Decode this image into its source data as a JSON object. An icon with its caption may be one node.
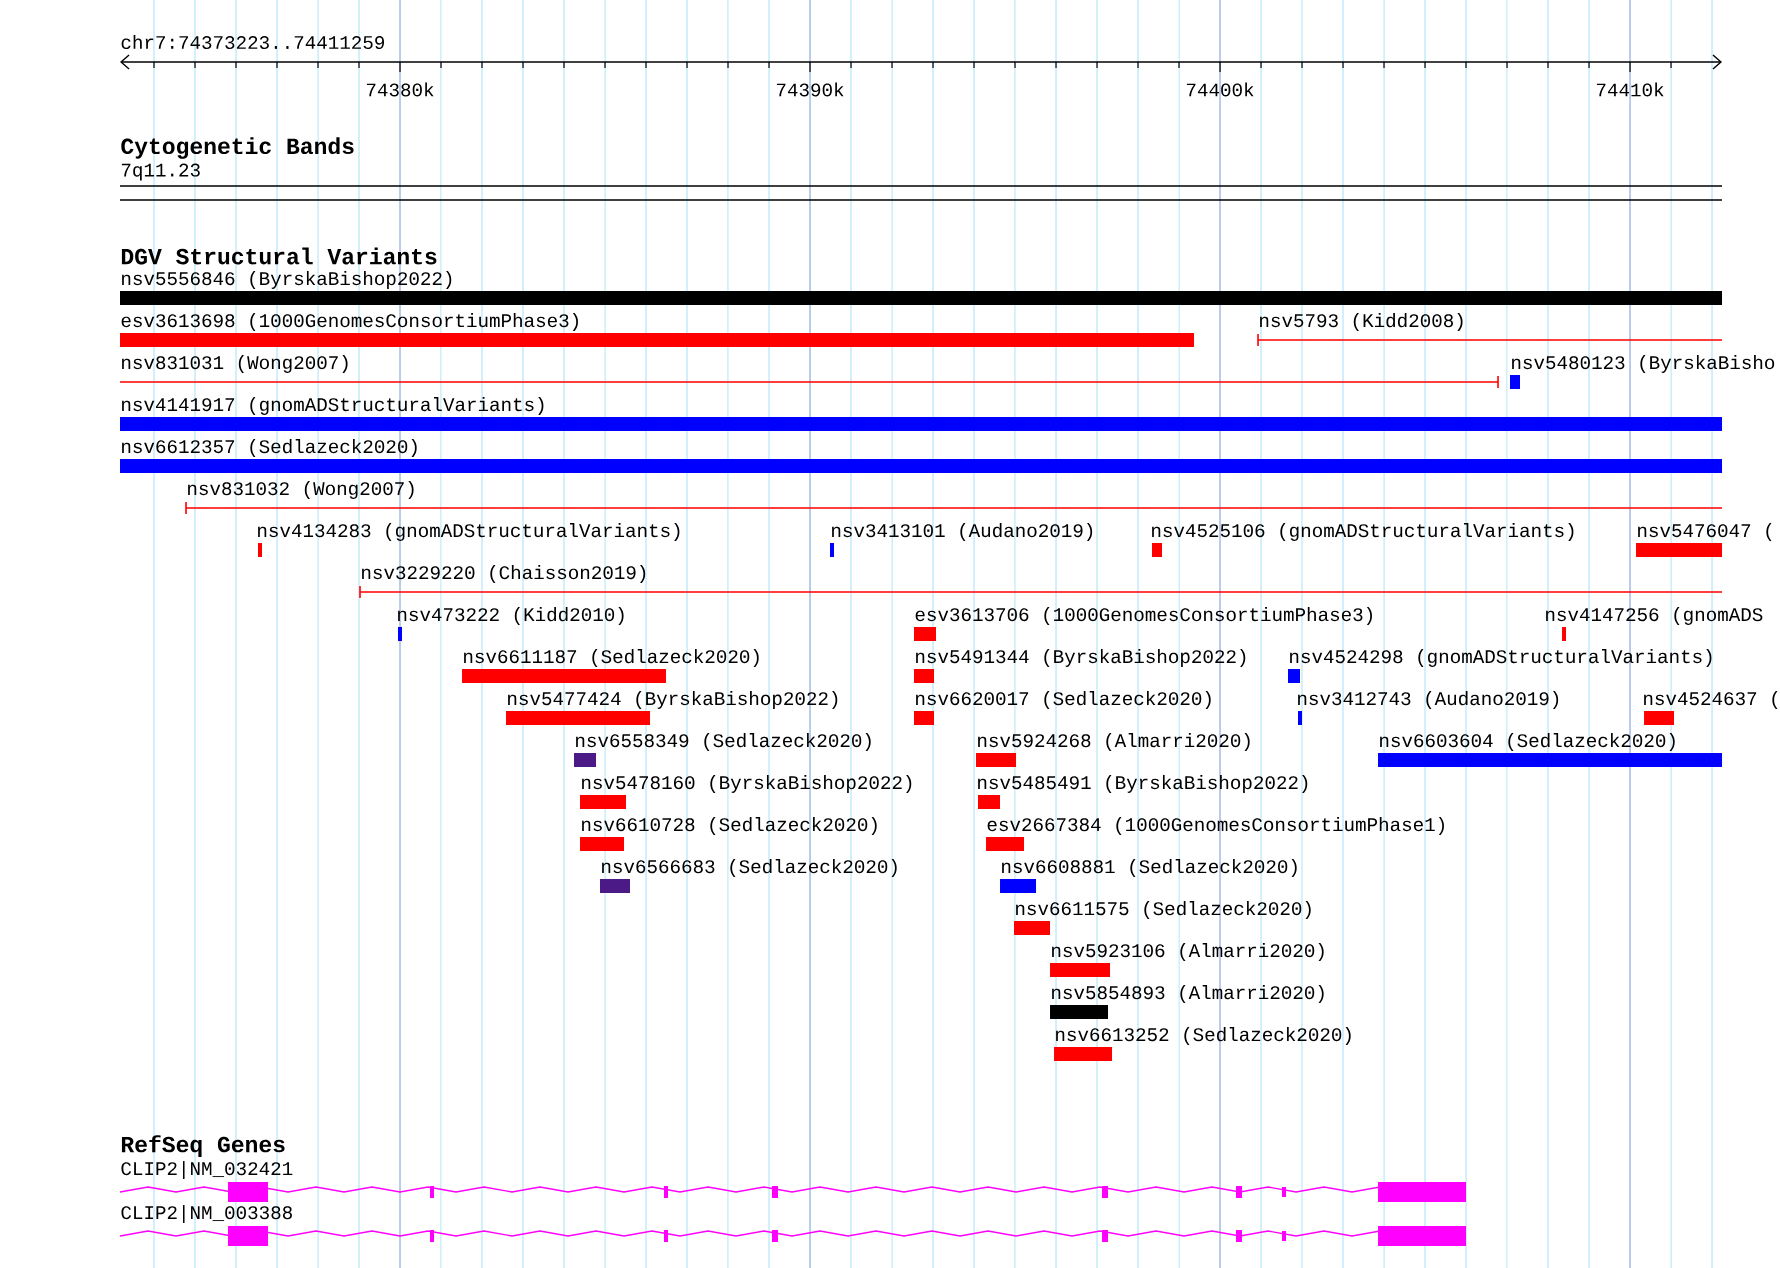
{
  "diagram": {
    "nodes": [
      {
        "text": [
          "7q11.23"
        ]
      },
      {
        "text": [
          "nsv5556846 (ByrskaBishop2022)"
        ]
      },
      {
        "text": [
          "esv3613698 (1000GenomesConsortiumPhase3)"
        ]
      },
      {
        "text": [
          "nsv5793 (Kidd2008)"
        ]
      },
      {
        "text": [
          "nsv831031 (Wong2007)"
        ]
      },
      {
        "text": [
          "nsv5480123 (ByrskaBisho"
        ]
      },
      {
        "text": [
          "nsv4141917 (gnomADStructuralVariants)"
        ]
      },
      {
        "text": [
          "nsv6612357 (Sedlazeck2020)"
        ]
      },
      {
        "text": [
          "nsv831032 (Wong2007)"
        ]
      },
      {
        "text": [
          "nsv4134283 (gnomADStructuralVariants)"
        ]
      },
      {
        "text": [
          "nsv3413101 (Audano2019)"
        ]
      },
      {
        "text": [
          "nsv4525106 (gnomADStructuralVariants)"
        ]
      },
      {
        "text": [
          "nsv5476047 ("
        ]
      },
      {
        "text": [
          "nsv3229220 (Chaisson2019)"
        ]
      },
      {
        "text": [
          "nsv473222 (Kidd2010)"
        ]
      },
      {
        "text": [
          "esv3613706 (1000GenomesConsortiumPhase3)"
        ]
      },
      {
        "text": [
          "nsv4147256 (gnomADS"
        ]
      },
      {
        "text": [
          "nsv6611187 (Sedlazeck2020)"
        ]
      },
      {
        "text": [
          "nsv5491344 (ByrskaBishop2022)"
        ]
      },
      {
        "text": [
          "nsv4524298 (gnomADStructuralVariants)"
        ]
      },
      {
        "text": [
          "nsv5477424 (ByrskaBishop2022)"
        ]
      },
      {
        "text": [
          "nsv6620017 (Sedlazeck2020)"
        ]
      },
      {
        "text": [
          "nsv3412743 (Audano2019)"
        ]
      },
      {
        "text": [
          "nsv4524637 ("
        ]
      },
      {
        "text": [
          "nsv6558349 (Sedlazeck2020)"
        ]
      },
      {
        "text": [
          "nsv5924268 (Almarri2020)"
        ]
      },
      {
        "text": [
          "nsv6603604 (Sedlazeck2020)"
        ]
      },
      {
        "text": [
          "nsv5478160 (ByrskaBishop2022)"
        ]
      },
      {
        "text": [
          "nsv5485491 (ByrskaBishop2022)"
        ]
      },
      {
        "text": [
          "nsv6610728 (Sedlazeck2020)"
        ]
      },
      {
        "text": [
          "esv2667384 (1000GenomesConsortiumPhase1)"
        ]
      },
      {
        "text": [
          "nsv6566683 (Sedlazeck2020)"
        ]
      },
      {
        "text": [
          "nsv6608881 (Sedlazeck2020)"
        ]
      },
      {
        "text": [
          "nsv6611575 (Sedlazeck2020)"
        ]
      },
      {
        "text": [
          "nsv5923106 (Almarri2020)"
        ]
      },
      {
        "text": [
          "nsv5854893 (Almarri2020)"
        ]
      },
      {
        "text": [
          "nsv6613252 (Sedlazeck2020)"
        ]
      },
      {
        "text": [
          "CLIP2|NM_032421"
        ]
      },
      {
        "text": [
          "CLIP2|NM_003388"
        ]
      }
    ],
    "labels": [
      "chr7:74373223..74411259",
      "74380k",
      "74390k",
      "74400k",
      "74410k",
      "Cytogenetic Bands",
      "DGV Structural Variants",
      "RefSeq Genes"
    ]
  }
}
